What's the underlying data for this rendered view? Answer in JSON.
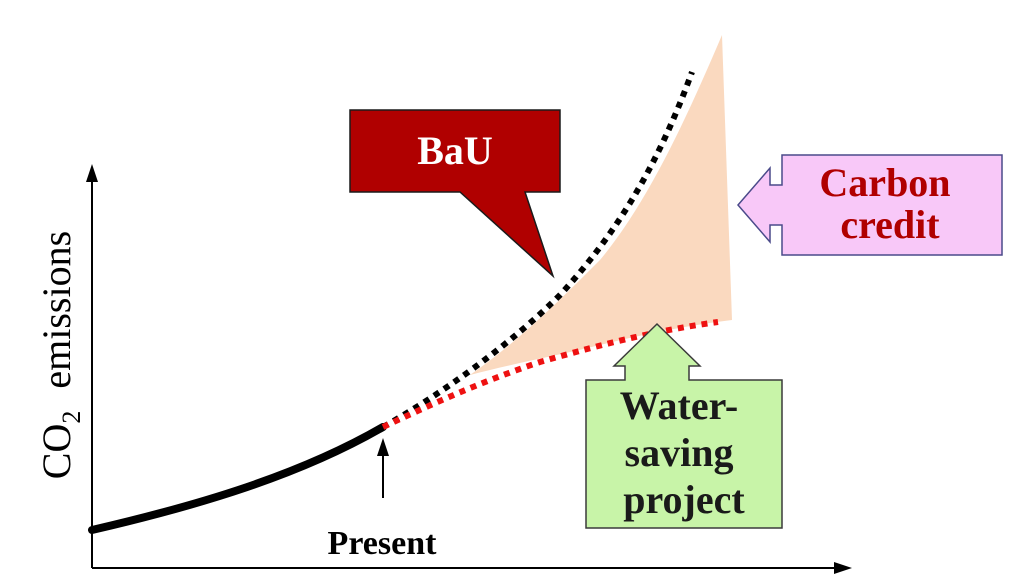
{
  "diagram": {
    "y_axis_label": "CO",
    "y_axis_label_subscript": "2",
    "y_axis_label_suffix": "emissions",
    "present_label": "Present",
    "bau_label": "BaU",
    "carbon_credit_line1": "Carbon",
    "carbon_credit_line2": "credit",
    "water_saving_line1": "Water-",
    "water_saving_line2": "saving",
    "water_saving_line3": "project"
  },
  "colors": {
    "bau_box": "#b00000",
    "bau_text": "#ffffff",
    "carbon_box": "#f8c8f8",
    "carbon_text": "#b00000",
    "water_box": "#c8f4a8",
    "water_text": "#1a1a1a",
    "credit_area": "#fad9bf",
    "history_line": "#000000",
    "bau_dotted": "#000000",
    "project_dotted": "#ee1111",
    "axis": "#000000"
  }
}
